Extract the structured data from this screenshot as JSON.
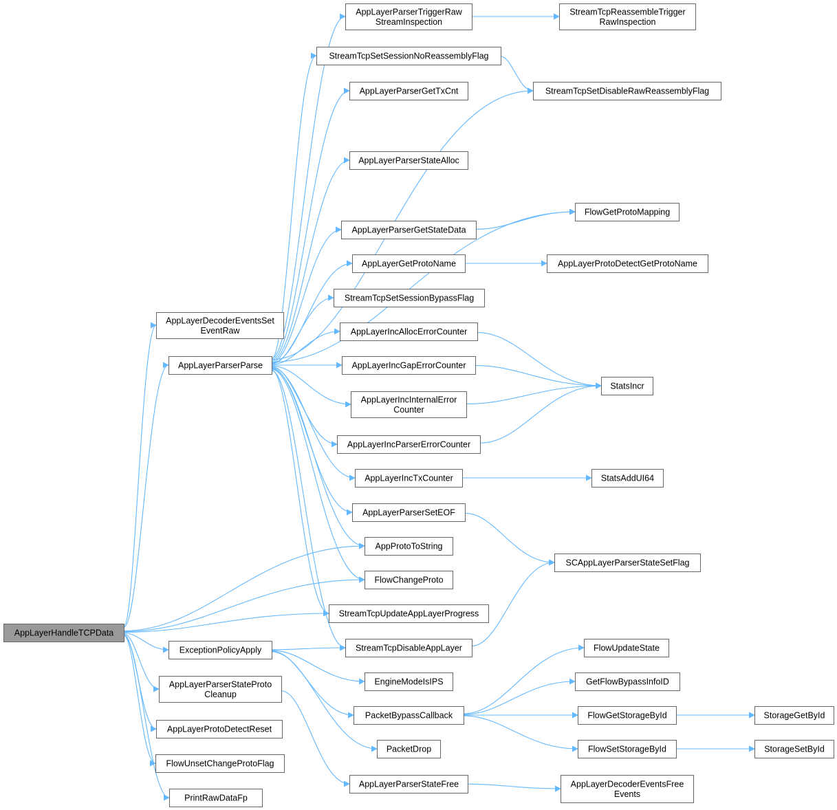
{
  "colors": {
    "edge": "#63b8ff",
    "node_border": "#666666",
    "root_fill": "#999999",
    "node_fill": "#ffffff",
    "text": "#000000"
  },
  "nodes": [
    {
      "id": "root",
      "lines": [
        "AppLayerHandleTCPData"
      ],
      "root": true
    },
    {
      "id": "decEvRaw",
      "lines": [
        "AppLayerDecoderEventsSet",
        "EventRaw"
      ]
    },
    {
      "id": "parse",
      "lines": [
        "AppLayerParserParse"
      ]
    },
    {
      "id": "exPol",
      "lines": [
        "ExceptionPolicyApply"
      ]
    },
    {
      "id": "stProtoCleanup",
      "lines": [
        "AppLayerParserStateProto",
        "Cleanup"
      ]
    },
    {
      "id": "pdReset",
      "lines": [
        "AppLayerProtoDetectReset"
      ]
    },
    {
      "id": "unsetChg",
      "lines": [
        "FlowUnsetChangeProtoFlag"
      ]
    },
    {
      "id": "printRaw",
      "lines": [
        "PrintRawDataFp"
      ]
    },
    {
      "id": "trigRaw",
      "lines": [
        "AppLayerParserTriggerRaw",
        "StreamInspection"
      ]
    },
    {
      "id": "noReasm",
      "lines": [
        "StreamTcpSetSessionNoReassemblyFlag"
      ]
    },
    {
      "id": "getTxCnt",
      "lines": [
        "AppLayerParserGetTxCnt"
      ]
    },
    {
      "id": "stAlloc",
      "lines": [
        "AppLayerParserStateAlloc"
      ]
    },
    {
      "id": "getStateData",
      "lines": [
        "AppLayerParserGetStateData"
      ]
    },
    {
      "id": "getProtoName",
      "lines": [
        "AppLayerGetProtoName"
      ]
    },
    {
      "id": "bypassFlag",
      "lines": [
        "StreamTcpSetSessionBypassFlag"
      ]
    },
    {
      "id": "incAllocErr",
      "lines": [
        "AppLayerIncAllocErrorCounter"
      ]
    },
    {
      "id": "incGapErr",
      "lines": [
        "AppLayerIncGapErrorCounter"
      ]
    },
    {
      "id": "incIntErr",
      "lines": [
        "AppLayerIncInternalError",
        "Counter"
      ]
    },
    {
      "id": "incParserErr",
      "lines": [
        "AppLayerIncParserErrorCounter"
      ]
    },
    {
      "id": "incTx",
      "lines": [
        "AppLayerIncTxCounter"
      ]
    },
    {
      "id": "setEOF",
      "lines": [
        "AppLayerParserSetEOF"
      ]
    },
    {
      "id": "protoToStr",
      "lines": [
        "AppProtoToString"
      ]
    },
    {
      "id": "flowChg",
      "lines": [
        "FlowChangeProto"
      ]
    },
    {
      "id": "updProg",
      "lines": [
        "StreamTcpUpdateAppLayerProgress"
      ]
    },
    {
      "id": "disableAL",
      "lines": [
        "StreamTcpDisableAppLayer"
      ]
    },
    {
      "id": "engIPS",
      "lines": [
        "EngineModeIsIPS"
      ]
    },
    {
      "id": "pktBypass",
      "lines": [
        "PacketBypassCallback"
      ]
    },
    {
      "id": "pktDrop",
      "lines": [
        "PacketDrop"
      ]
    },
    {
      "id": "stFree",
      "lines": [
        "AppLayerParserStateFree"
      ]
    },
    {
      "id": "reasmTrig",
      "lines": [
        "StreamTcpReassembleTrigger",
        "RawInspection"
      ]
    },
    {
      "id": "disRawReasm",
      "lines": [
        "StreamTcpSetDisableRawReassemblyFlag"
      ]
    },
    {
      "id": "protoMap",
      "lines": [
        "FlowGetProtoMapping"
      ]
    },
    {
      "id": "pdGetName",
      "lines": [
        "AppLayerProtoDetectGetProtoName"
      ]
    },
    {
      "id": "statsIncr",
      "lines": [
        "StatsIncr"
      ]
    },
    {
      "id": "statsAdd",
      "lines": [
        "StatsAddUI64"
      ]
    },
    {
      "id": "setFlag",
      "lines": [
        "SCAppLayerParserStateSetFlag"
      ]
    },
    {
      "id": "flowUpd",
      "lines": [
        "FlowUpdateState"
      ]
    },
    {
      "id": "getBypassId",
      "lines": [
        "GetFlowBypassInfoID"
      ]
    },
    {
      "id": "flowGetStor",
      "lines": [
        "FlowGetStorageById"
      ]
    },
    {
      "id": "flowSetStor",
      "lines": [
        "FlowSetStorageById"
      ]
    },
    {
      "id": "decEvFree",
      "lines": [
        "AppLayerDecoderEventsFree",
        "Events"
      ]
    },
    {
      "id": "storGet",
      "lines": [
        "StorageGetById"
      ]
    },
    {
      "id": "storSet",
      "lines": [
        "StorageSetById"
      ]
    }
  ],
  "edges": [
    [
      "root",
      "decEvRaw"
    ],
    [
      "root",
      "parse"
    ],
    [
      "root",
      "protoToStr"
    ],
    [
      "root",
      "flowChg"
    ],
    [
      "root",
      "updProg"
    ],
    [
      "root",
      "exPol"
    ],
    [
      "root",
      "stProtoCleanup"
    ],
    [
      "root",
      "pdReset"
    ],
    [
      "root",
      "unsetChg"
    ],
    [
      "root",
      "printRaw"
    ],
    [
      "parse",
      "trigRaw"
    ],
    [
      "parse",
      "noReasm"
    ],
    [
      "parse",
      "getTxCnt"
    ],
    [
      "parse",
      "disRawReasm"
    ],
    [
      "parse",
      "stAlloc"
    ],
    [
      "parse",
      "protoMap"
    ],
    [
      "parse",
      "getStateData"
    ],
    [
      "parse",
      "getProtoName"
    ],
    [
      "parse",
      "bypassFlag"
    ],
    [
      "parse",
      "incAllocErr"
    ],
    [
      "parse",
      "incGapErr"
    ],
    [
      "parse",
      "incIntErr"
    ],
    [
      "parse",
      "incParserErr"
    ],
    [
      "parse",
      "incTx"
    ],
    [
      "parse",
      "setEOF"
    ],
    [
      "parse",
      "protoToStr"
    ],
    [
      "parse",
      "flowChg"
    ],
    [
      "parse",
      "updProg"
    ],
    [
      "parse",
      "disableAL"
    ],
    [
      "trigRaw",
      "reasmTrig"
    ],
    [
      "noReasm",
      "disRawReasm"
    ],
    [
      "getStateData",
      "protoMap"
    ],
    [
      "getProtoName",
      "pdGetName"
    ],
    [
      "incAllocErr",
      "statsIncr"
    ],
    [
      "incGapErr",
      "statsIncr"
    ],
    [
      "incIntErr",
      "statsIncr"
    ],
    [
      "incParserErr",
      "statsIncr"
    ],
    [
      "incTx",
      "statsAdd"
    ],
    [
      "setEOF",
      "setFlag"
    ],
    [
      "disableAL",
      "setFlag"
    ],
    [
      "exPol",
      "disableAL"
    ],
    [
      "exPol",
      "engIPS"
    ],
    [
      "exPol",
      "pktBypass"
    ],
    [
      "exPol",
      "pktDrop"
    ],
    [
      "pktBypass",
      "flowUpd"
    ],
    [
      "pktBypass",
      "getBypassId"
    ],
    [
      "pktBypass",
      "flowGetStor"
    ],
    [
      "pktBypass",
      "flowSetStor"
    ],
    [
      "flowGetStor",
      "storGet"
    ],
    [
      "flowSetStor",
      "storSet"
    ],
    [
      "stProtoCleanup",
      "stFree"
    ],
    [
      "stFree",
      "decEvFree"
    ]
  ]
}
